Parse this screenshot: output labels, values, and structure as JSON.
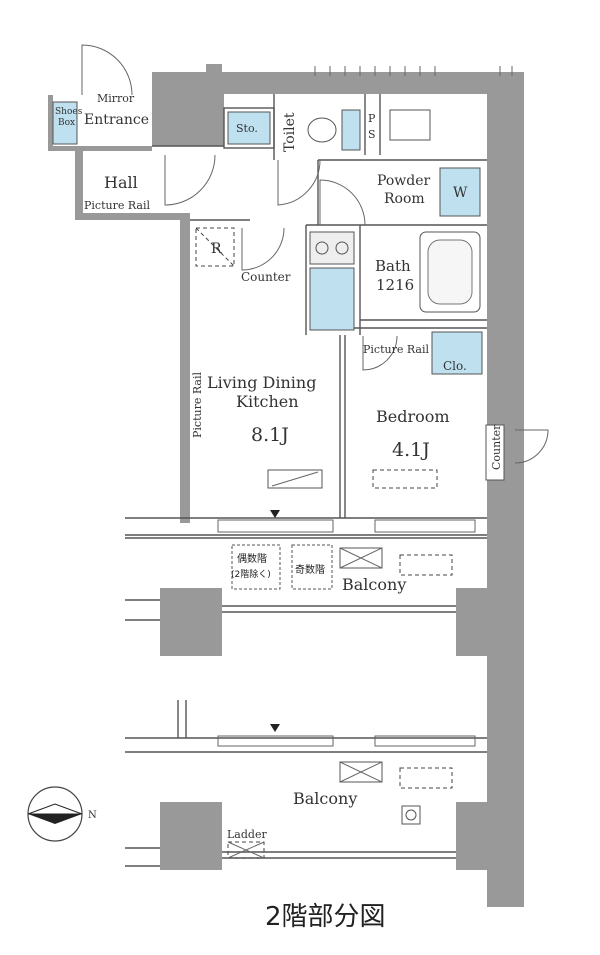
{
  "colors": {
    "wall": "#999999",
    "fixture": "#bfe0ef",
    "line": "#555555",
    "background": "#ffffff"
  },
  "rooms": {
    "shoes_box": [
      "Shoes",
      "Box"
    ],
    "mirror": "Mirror",
    "entrance": "Entrance",
    "storage": "Sto.",
    "toilet": "Toilet",
    "ps": [
      "P",
      "S"
    ],
    "powder_room": [
      "Powder",
      "Room"
    ],
    "washer": "W",
    "hall": "Hall",
    "hall_picture_rail": "Picture Rail",
    "refrigerator": "R",
    "counter_kitchen": "Counter",
    "bath": [
      "Bath",
      "1216"
    ],
    "bedroom_picture_rail": "Picture Rail",
    "closet": "Clo.",
    "ldk": [
      "Living Dining",
      "Kitchen"
    ],
    "ldk_size": "8.1J",
    "ldk_picture_rail": "Picture Rail",
    "bedroom": "Bedroom",
    "bedroom_size": "4.1J",
    "counter_bedroom": "Counter",
    "even_floor_hatch": [
      "偶数階",
      "(2階除く)"
    ],
    "odd_floor_hatch": "奇数階",
    "balcony_upper": "Balcony",
    "balcony_lower": "Balcony",
    "ladder": "Ladder"
  },
  "compass": {
    "direction": "N",
    "icon": "north-arrow-icon"
  },
  "caption": "2階部分図"
}
